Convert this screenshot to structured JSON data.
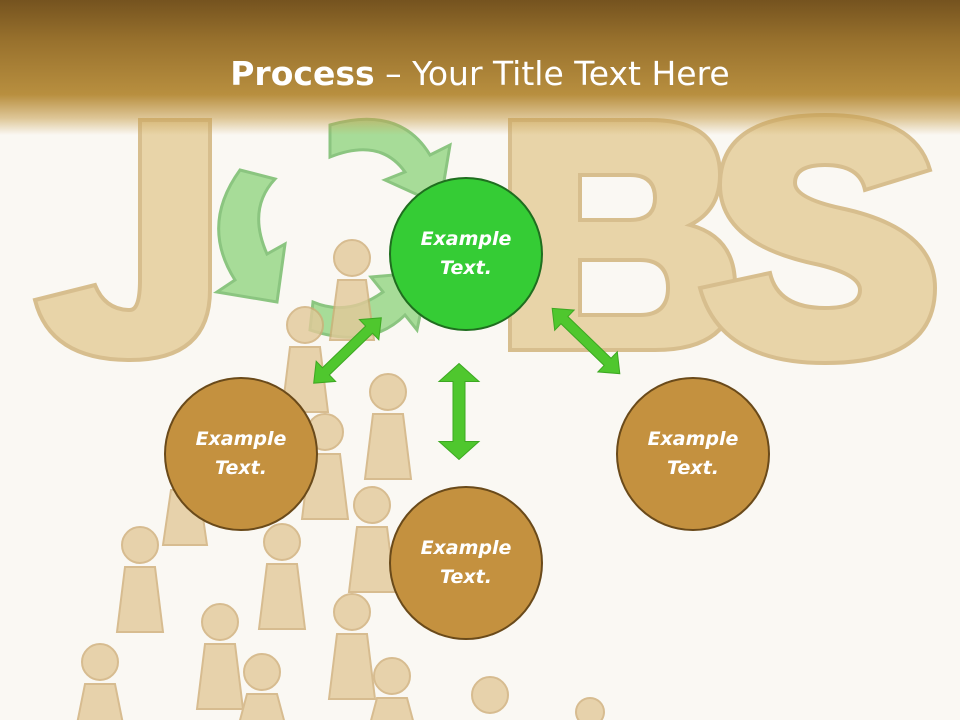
{
  "slide": {
    "title_bold": "Process",
    "title_rest": " – Your Title Text Here"
  },
  "nodes": [
    {
      "id": "top",
      "label": "Example\nText.",
      "color": "#35cc35"
    },
    {
      "id": "left",
      "label": "Example\nText.",
      "color": "#c4913f"
    },
    {
      "id": "bottom",
      "label": "Example\nText.",
      "color": "#c4913f"
    },
    {
      "id": "right",
      "label": "Example\nText.",
      "color": "#c4913f"
    }
  ],
  "colors": {
    "arrow": "#4fc72e",
    "header": "#98712d",
    "node_gold": "#c4913f",
    "node_green": "#35cc35"
  }
}
